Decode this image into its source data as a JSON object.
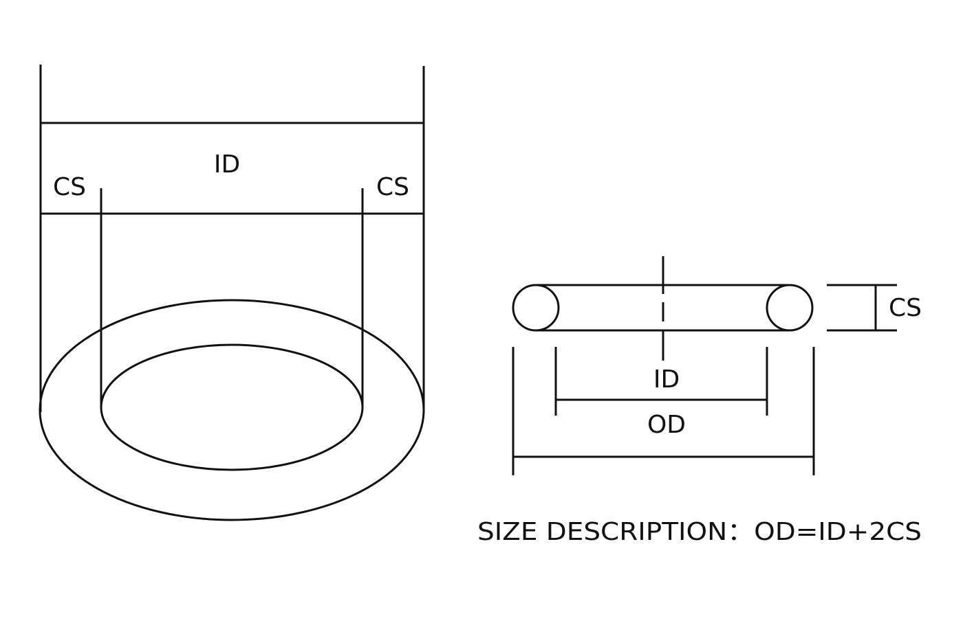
{
  "diagram": {
    "stroke_color": "#111111",
    "background": "#ffffff",
    "left_view": {
      "label_id": "ID",
      "label_cs_left": "CS",
      "label_cs_right": "CS"
    },
    "right_view": {
      "label_cs": "CS",
      "label_id": "ID",
      "label_od": "OD"
    },
    "caption": "SIZE DESCRIPTION：OD=ID+2CS"
  }
}
